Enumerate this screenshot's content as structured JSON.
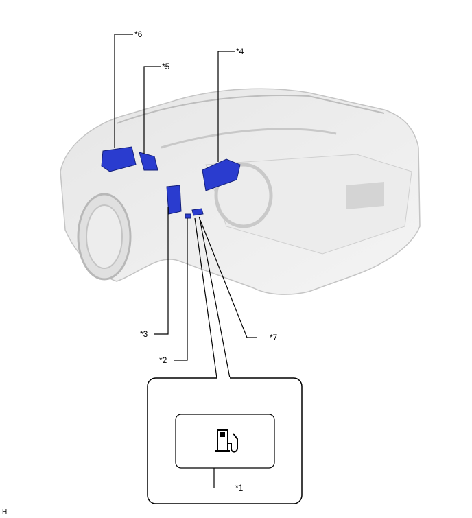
{
  "callouts": {
    "c1": "*1",
    "c2": "*2",
    "c3": "*3",
    "c4": "*4",
    "c5": "*5",
    "c6": "*6",
    "c7": "*7"
  },
  "corner_mark": "H",
  "colors": {
    "part_blue": "#2a3ccf",
    "car_gray": "#d9d9d9",
    "line": "#000000"
  },
  "detail_icon": "fuel-pump-icon"
}
